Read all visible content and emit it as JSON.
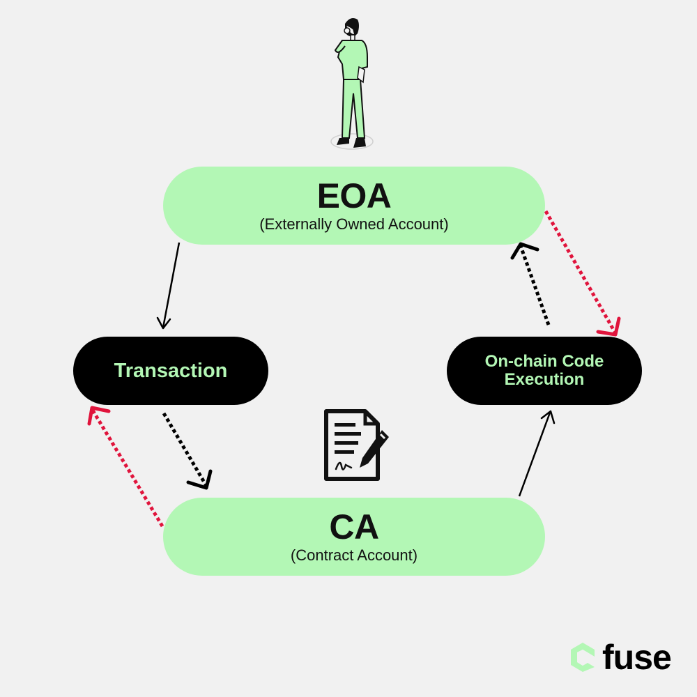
{
  "nodes": {
    "eoa": {
      "title": "EOA",
      "subtitle": "(Externally Owned Account)"
    },
    "ca": {
      "title": "CA",
      "subtitle": "(Contract Account)"
    },
    "transaction": {
      "label": "Transaction"
    },
    "execution": {
      "label": "On-chain Code\nExecution"
    }
  },
  "edges": [
    {
      "from": "EOA",
      "to": "Transaction",
      "style": "solid",
      "color": "#000000"
    },
    {
      "from": "Transaction",
      "to": "CA",
      "style": "dotted",
      "color": "#000000"
    },
    {
      "from": "CA",
      "to": "Transaction",
      "style": "dotted",
      "color": "#e0143c"
    },
    {
      "from": "CA",
      "to": "On-chain Code Execution",
      "style": "solid",
      "color": "#000000"
    },
    {
      "from": "On-chain Code Execution",
      "to": "EOA",
      "style": "dotted",
      "color": "#000000"
    },
    {
      "from": "EOA",
      "to": "On-chain Code Execution",
      "style": "dotted",
      "color": "#e0143c"
    }
  ],
  "icons": [
    "person-illustration",
    "contract-document-icon",
    "fuse-logo-icon"
  ],
  "brand": {
    "name": "fuse"
  },
  "colors": {
    "background": "#f1f1f1",
    "node_green": "#b3f7b5",
    "node_black": "#000000",
    "accent_red": "#e0143c"
  }
}
